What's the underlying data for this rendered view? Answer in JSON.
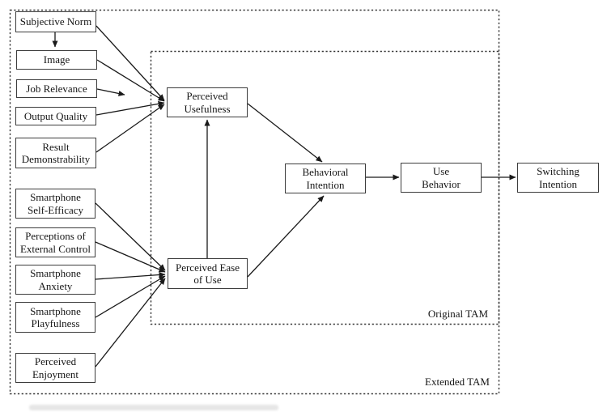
{
  "nodes": {
    "subjective_norm": "Subjective Norm",
    "image": "Image",
    "job_relevance": "Job Relevance",
    "output_quality": "Output Quality",
    "result_demonstrability": "Result\nDemonstrability",
    "smartphone_self_efficacy": "Smartphone\nSelf-Efficacy",
    "perceptions_of_external_control": "Perceptions of\nExternal Control",
    "smartphone_anxiety": "Smartphone\nAnxiety",
    "smartphone_playfulness": "Smartphone\nPlayfulness",
    "perceived_enjoyment": "Perceived\nEnjoyment",
    "perceived_usefulness": "Perceived\nUsefulness",
    "perceived_ease_of_use": "Perceived Ease\nof Use",
    "behavioral_intention": "Behavioral\nIntention",
    "use_behavior": "Use\nBehavior",
    "switching_intention": "Switching\nIntention"
  },
  "regions": {
    "original_tam": "Original TAM",
    "extended_tam": "Extended TAM"
  },
  "colors": {
    "line": "#1a1a1a",
    "box_border": "#3c3c3c",
    "background": "#ffffff"
  }
}
